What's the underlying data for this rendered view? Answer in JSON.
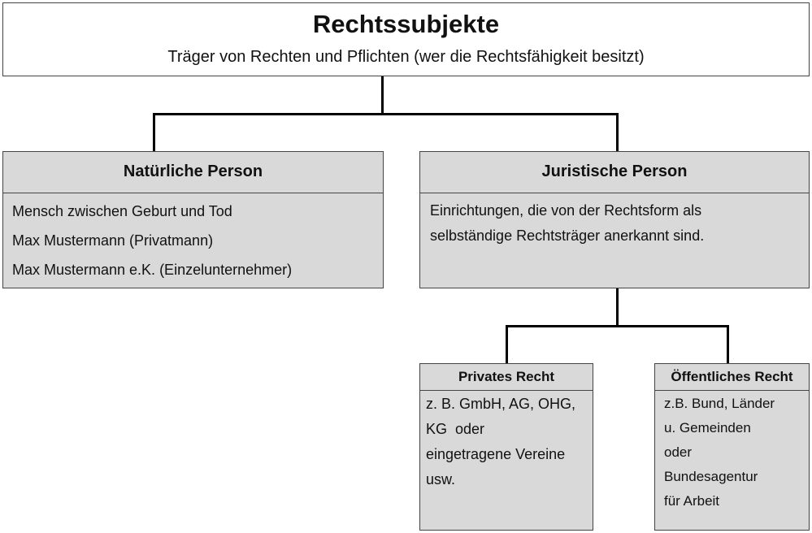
{
  "root": {
    "title": "Rechtssubjekte",
    "subtitle": "Träger von Rechten und Pflichten (wer die Rechtsfähigkeit besitzt)"
  },
  "natuerliche_person": {
    "header": "Natürliche Person",
    "lines": [
      "Mensch zwischen Geburt und Tod",
      "Max Mustermann (Privatmann)",
      "Max Mustermann e.K. (Einzelunternehmer)"
    ]
  },
  "juristische_person": {
    "header": "Juristische Person",
    "lines": [
      "Einrichtungen, die von der Rechtsform als",
      "selbständige Rechtsträger anerkannt sind."
    ]
  },
  "privates_recht": {
    "header": "Privates Recht",
    "lines": [
      "z. B. GmbH, AG, OHG,",
      "KG  oder",
      "eingetragene Vereine",
      "usw."
    ]
  },
  "oeffentliches_recht": {
    "header": "Öffentliches Recht",
    "lines": [
      "z.B. Bund, Länder",
      "u. Gemeinden",
      "oder",
      "Bundesagentur",
      "für Arbeit"
    ]
  },
  "colors": {
    "box_fill": "#d9d9d9",
    "connector": "#000000"
  }
}
